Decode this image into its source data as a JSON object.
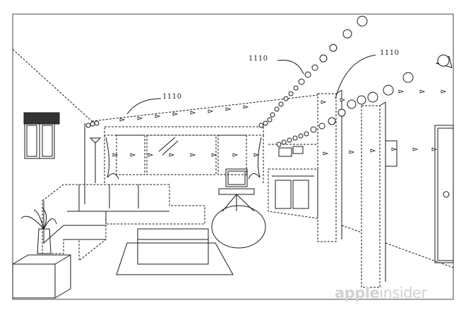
{
  "labels": {
    "ref_left": "1110",
    "ref_middle": "1110",
    "ref_right": "1110"
  },
  "watermark": {
    "part1": "apple",
    "part2": "insider"
  },
  "colors": {
    "line": "#1a1a1a",
    "background": "#ffffff",
    "watermark": "#d2d2d2"
  }
}
